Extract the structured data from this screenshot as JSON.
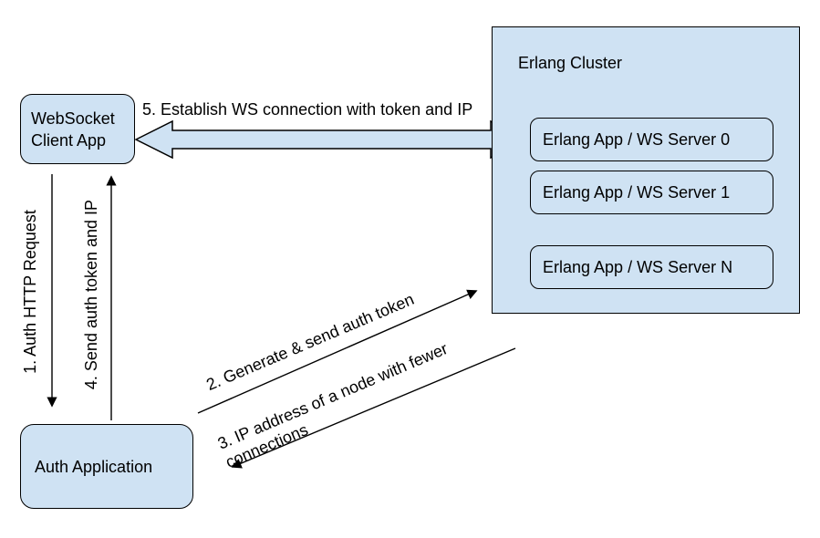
{
  "diagram": {
    "colors": {
      "shape_fill": "#cfe2f3",
      "border": "#000000",
      "background": "#ffffff"
    },
    "nodes": {
      "client": {
        "label": "WebSocket Client App"
      },
      "auth": {
        "label": "Auth Application"
      },
      "cluster": {
        "title": "Erlang Cluster",
        "servers": [
          {
            "label": "Erlang App / WS Server 0"
          },
          {
            "label": "Erlang App / WS Server 1"
          },
          {
            "label": "Erlang App / WS Server N"
          }
        ]
      }
    },
    "arrows": {
      "step1": {
        "label": "1. Auth HTTP Request"
      },
      "step2": {
        "label": "2. Generate & send auth token"
      },
      "step3": {
        "label": "3. IP address of a node with fewer connections"
      },
      "step4": {
        "label": "4. Send auth token and IP"
      },
      "step5": {
        "label": "5. Establish WS connection with token and IP"
      }
    }
  }
}
